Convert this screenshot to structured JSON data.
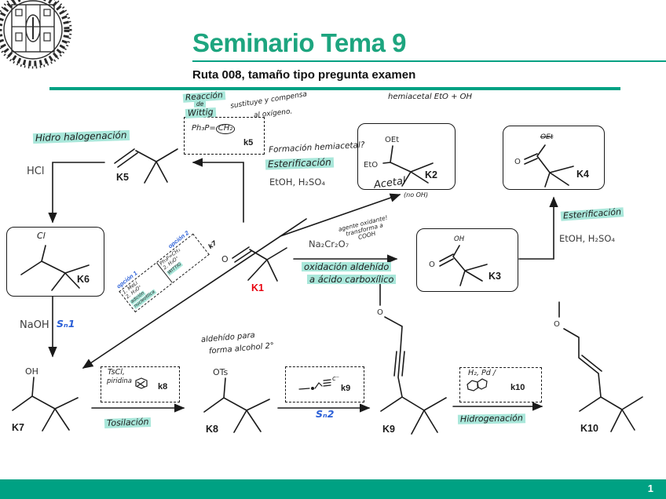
{
  "header": {
    "title": "Seminario Tema 9",
    "subtitle": "Ruta 008, tamaño tipo pregunta examen"
  },
  "footer": {
    "page_number": "1"
  },
  "colors": {
    "accent": "#00a183",
    "title_teal": "#1da57f",
    "highlight_mint": "#a9e7da",
    "blue_ink": "#2a5fd7",
    "red_label": "#e8000d"
  },
  "compounds": {
    "k1": {
      "label": "K1",
      "atom_o": "O"
    },
    "k2": {
      "label": "K2",
      "atom_oet": "OEt",
      "atom_eto": "EtO",
      "note_acetal": "Acetal",
      "note_no_oh": "(no OH)"
    },
    "k3": {
      "label": "K3",
      "atom_o": "O",
      "atom_oh": "OH"
    },
    "k4": {
      "label": "K4",
      "atom_o": "O",
      "atom_oet": "OEt"
    },
    "k5": {
      "label": "K5"
    },
    "k6": {
      "label": "K6",
      "atom_cl": "Cl"
    },
    "k7": {
      "label": "K7",
      "atom_oh": "OH"
    },
    "k8": {
      "label": "K8",
      "atom_ots": "OTs"
    },
    "k9": {
      "label": "K9",
      "atom_o": "O"
    },
    "k10": {
      "label": "K10",
      "atom_o": "O"
    }
  },
  "reagent_boxes": {
    "wittig": {
      "formula_prefix": "Ph₃P=",
      "formula_circled": "CH₂",
      "label": "k5"
    },
    "options": {
      "option1_title": "opción 1",
      "option2_title": "opción 2",
      "option1_line1": "1. MeLi",
      "option1_line2": "2. H₃O⁺",
      "option1_tag1": "adición",
      "option1_tag2": "nucleofílica",
      "option2_line1": "Ph₃P=CH₂",
      "option2_line2": "2. H₃O⁺",
      "option2_tag": "WITTIG",
      "label": "k7"
    },
    "tosyl": {
      "line1": "TsCl,",
      "line2": "piridina",
      "label": "k8"
    },
    "alkynide": {
      "ion": "c⁻",
      "label": "k9"
    },
    "hydro": {
      "line1": "H₂, Pd /",
      "label": "k10"
    }
  },
  "reagents": {
    "hcl": "HCl",
    "naoh": "NaOH",
    "sn1": "Sₙ1",
    "sn2": "Sₙ2",
    "na2cr2o7": "Na₂Cr₂O₇",
    "etoh_acetal": "EtOH, H₂SO₄",
    "etoh_ester": "EtOH, H₂SO₄"
  },
  "annotations": {
    "hydrohalogenation": "Hidro halogenación",
    "wittig_l1": "Reacción",
    "wittig_l2": "de",
    "wittig_l3": "Wittig",
    "substitute_l1": "sustituye y compensa",
    "substitute_l2": "al oxígeno.",
    "hemiacetal_note": "hemiacetal EtO + OH",
    "hemiacetal_q": "Formación hemiacetal?",
    "esterification_acetal": "Esterificación",
    "esterification_ester": "Esterificación",
    "oxidant_l1": "agente oxidante!",
    "oxidant_l2": "transforma a",
    "oxidant_l3": "COOH",
    "oxidation_l1": "oxidación aldehído",
    "oxidation_l2": "a ácido carboxílico",
    "aldehyde_l1": "aldehído para",
    "aldehyde_l2": "forma alcohol 2°",
    "tosylation": "Tosilación",
    "hydrogenation": "Hidrogenación"
  }
}
